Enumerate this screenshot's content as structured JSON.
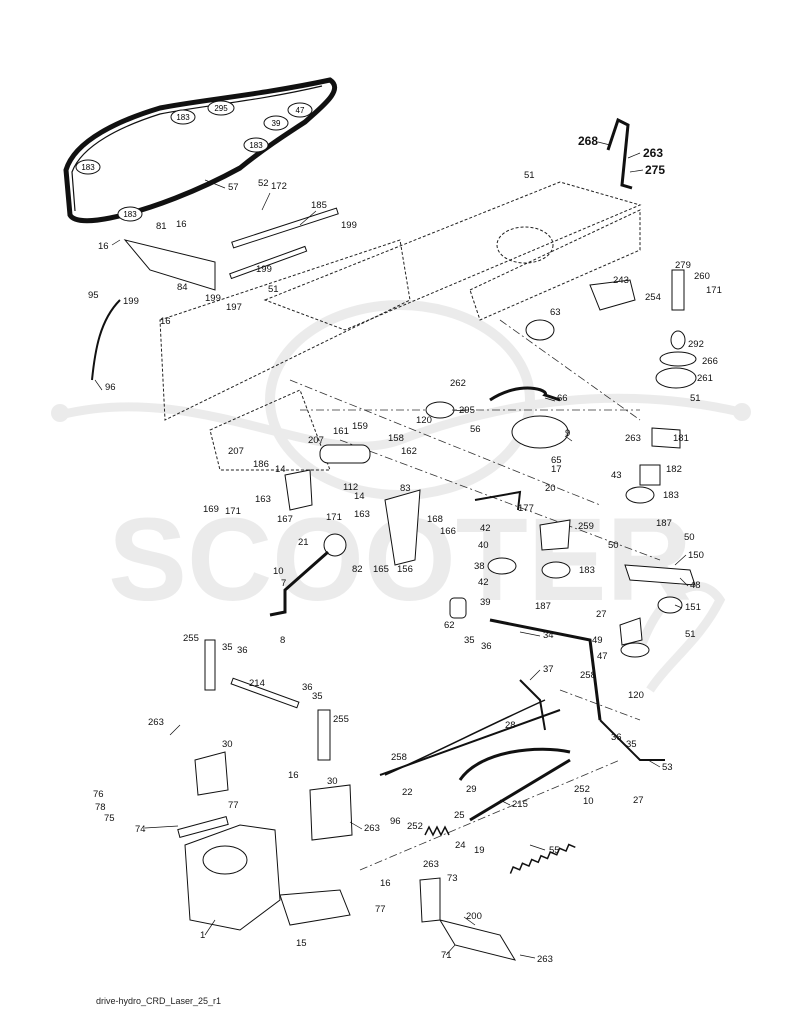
{
  "diagram": {
    "caption": "drive-hydro_CRD_Laser_25_r1",
    "watermark": "SCOOTER",
    "callouts": [
      {
        "id": "c268",
        "text": "268"
      },
      {
        "id": "c263a",
        "text": "263"
      },
      {
        "id": "c275",
        "text": "275"
      },
      {
        "id": "c51a",
        "text": "51"
      },
      {
        "id": "c52",
        "text": "52"
      },
      {
        "id": "c172",
        "text": "172"
      },
      {
        "id": "c185",
        "text": "185"
      },
      {
        "id": "c199a",
        "text": "199"
      },
      {
        "id": "c57",
        "text": "57"
      },
      {
        "id": "c16a",
        "text": "16"
      },
      {
        "id": "c16b",
        "text": "16"
      },
      {
        "id": "c81",
        "text": "81"
      },
      {
        "id": "c199b",
        "text": "199"
      },
      {
        "id": "c51b",
        "text": "51"
      },
      {
        "id": "c84",
        "text": "84"
      },
      {
        "id": "c199c",
        "text": "199"
      },
      {
        "id": "c197",
        "text": "197"
      },
      {
        "id": "c16c",
        "text": "16"
      },
      {
        "id": "c95",
        "text": "95"
      },
      {
        "id": "c199d",
        "text": "199"
      },
      {
        "id": "c96a",
        "text": "96"
      },
      {
        "id": "c279",
        "text": "279"
      },
      {
        "id": "c260",
        "text": "260"
      },
      {
        "id": "c171a",
        "text": "171"
      },
      {
        "id": "c243",
        "text": "243"
      },
      {
        "id": "c254",
        "text": "254"
      },
      {
        "id": "c63",
        "text": "63"
      },
      {
        "id": "c292",
        "text": "292"
      },
      {
        "id": "c266",
        "text": "266"
      },
      {
        "id": "c261",
        "text": "261"
      },
      {
        "id": "c51c",
        "text": "51"
      },
      {
        "id": "c262",
        "text": "262"
      },
      {
        "id": "c295",
        "text": "295"
      },
      {
        "id": "c120a",
        "text": "120"
      },
      {
        "id": "c56",
        "text": "56"
      },
      {
        "id": "c66",
        "text": "66"
      },
      {
        "id": "c9",
        "text": "9"
      },
      {
        "id": "c263b",
        "text": "263"
      },
      {
        "id": "c181",
        "text": "181"
      },
      {
        "id": "c65",
        "text": "65"
      },
      {
        "id": "c17",
        "text": "17"
      },
      {
        "id": "c182",
        "text": "182"
      },
      {
        "id": "c43",
        "text": "43"
      },
      {
        "id": "c20",
        "text": "20"
      },
      {
        "id": "c183a",
        "text": "183"
      },
      {
        "id": "c207a",
        "text": "207"
      },
      {
        "id": "c161",
        "text": "161"
      },
      {
        "id": "c159",
        "text": "159"
      },
      {
        "id": "c158",
        "text": "158"
      },
      {
        "id": "c207b",
        "text": "207"
      },
      {
        "id": "c162",
        "text": "162"
      },
      {
        "id": "c186",
        "text": "186"
      },
      {
        "id": "c14a",
        "text": "14"
      },
      {
        "id": "c112",
        "text": "112"
      },
      {
        "id": "c83",
        "text": "83"
      },
      {
        "id": "c14b",
        "text": "14"
      },
      {
        "id": "c163a",
        "text": "163"
      },
      {
        "id": "c169",
        "text": "169"
      },
      {
        "id": "c171b",
        "text": "171"
      },
      {
        "id": "c167",
        "text": "167"
      },
      {
        "id": "c171c",
        "text": "171"
      },
      {
        "id": "c163b",
        "text": "163"
      },
      {
        "id": "c177",
        "text": "177"
      },
      {
        "id": "c187a",
        "text": "187"
      },
      {
        "id": "c168",
        "text": "168"
      },
      {
        "id": "c166",
        "text": "166"
      },
      {
        "id": "c42a",
        "text": "42"
      },
      {
        "id": "c259",
        "text": "259"
      },
      {
        "id": "c50a",
        "text": "50"
      },
      {
        "id": "c50b",
        "text": "50"
      },
      {
        "id": "c21",
        "text": "21"
      },
      {
        "id": "c40",
        "text": "40"
      },
      {
        "id": "c150",
        "text": "150"
      },
      {
        "id": "c82",
        "text": "82"
      },
      {
        "id": "c165",
        "text": "165"
      },
      {
        "id": "c156",
        "text": "156"
      },
      {
        "id": "c38",
        "text": "38"
      },
      {
        "id": "c183b",
        "text": "183"
      },
      {
        "id": "c10a",
        "text": "10"
      },
      {
        "id": "c42b",
        "text": "42"
      },
      {
        "id": "c48",
        "text": "48"
      },
      {
        "id": "c7",
        "text": "7"
      },
      {
        "id": "c39",
        "text": "39"
      },
      {
        "id": "c187b",
        "text": "187"
      },
      {
        "id": "c27a",
        "text": "27"
      },
      {
        "id": "c151",
        "text": "151"
      },
      {
        "id": "c62",
        "text": "62"
      },
      {
        "id": "c8",
        "text": "8"
      },
      {
        "id": "c35a",
        "text": "35"
      },
      {
        "id": "c36a",
        "text": "36"
      },
      {
        "id": "c34",
        "text": "34"
      },
      {
        "id": "c49",
        "text": "49"
      },
      {
        "id": "c51d",
        "text": "51"
      },
      {
        "id": "c255a",
        "text": "255"
      },
      {
        "id": "c35b",
        "text": "35"
      },
      {
        "id": "c36b",
        "text": "36"
      },
      {
        "id": "c47",
        "text": "47"
      },
      {
        "id": "c37",
        "text": "37"
      },
      {
        "id": "c214",
        "text": "214"
      },
      {
        "id": "c258a",
        "text": "258"
      },
      {
        "id": "c36c",
        "text": "36"
      },
      {
        "id": "c35c",
        "text": "35"
      },
      {
        "id": "c120b",
        "text": "120"
      },
      {
        "id": "c255b",
        "text": "255"
      },
      {
        "id": "c263c",
        "text": "263"
      },
      {
        "id": "c28",
        "text": "28"
      },
      {
        "id": "c36d",
        "text": "36"
      },
      {
        "id": "c35d",
        "text": "35"
      },
      {
        "id": "c30a",
        "text": "30"
      },
      {
        "id": "c258b",
        "text": "258"
      },
      {
        "id": "c53",
        "text": "53"
      },
      {
        "id": "c16d",
        "text": "16"
      },
      {
        "id": "c30b",
        "text": "30"
      },
      {
        "id": "c22",
        "text": "22"
      },
      {
        "id": "c29",
        "text": "29"
      },
      {
        "id": "c252a",
        "text": "252"
      },
      {
        "id": "c76",
        "text": "76"
      },
      {
        "id": "c78",
        "text": "78"
      },
      {
        "id": "c77a",
        "text": "77"
      },
      {
        "id": "c10b",
        "text": "10"
      },
      {
        "id": "c27b",
        "text": "27"
      },
      {
        "id": "c75",
        "text": "75"
      },
      {
        "id": "c215",
        "text": "215"
      },
      {
        "id": "c74",
        "text": "74"
      },
      {
        "id": "c25",
        "text": "25"
      },
      {
        "id": "c96b",
        "text": "96"
      },
      {
        "id": "c252b",
        "text": "252"
      },
      {
        "id": "c263d",
        "text": "263"
      },
      {
        "id": "c24",
        "text": "24"
      },
      {
        "id": "c19",
        "text": "19"
      },
      {
        "id": "c55",
        "text": "55"
      },
      {
        "id": "c263e",
        "text": "263"
      },
      {
        "id": "c73",
        "text": "73"
      },
      {
        "id": "c16e",
        "text": "16"
      },
      {
        "id": "c77b",
        "text": "77"
      },
      {
        "id": "c200",
        "text": "200"
      },
      {
        "id": "c1",
        "text": "1"
      },
      {
        "id": "c15",
        "text": "15"
      },
      {
        "id": "c71",
        "text": "71"
      },
      {
        "id": "c263f",
        "text": "263"
      }
    ],
    "belt_labels": [
      {
        "id": "b295",
        "text": "295"
      },
      {
        "id": "b47",
        "text": "47"
      },
      {
        "id": "b183a",
        "text": "183"
      },
      {
        "id": "b39",
        "text": "39"
      },
      {
        "id": "b183b",
        "text": "183"
      },
      {
        "id": "b183c",
        "text": "183"
      },
      {
        "id": "b183d",
        "text": "183"
      }
    ]
  }
}
